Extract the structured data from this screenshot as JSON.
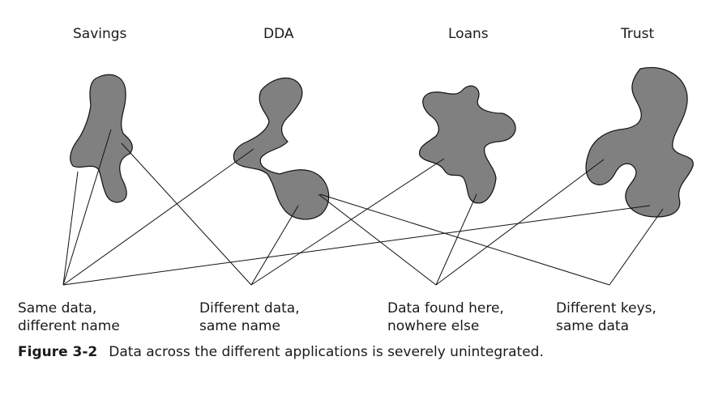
{
  "applications": [
    {
      "name": "Savings"
    },
    {
      "name": "DDA"
    },
    {
      "name": "Loans"
    },
    {
      "name": "Trust"
    }
  ],
  "notes": [
    {
      "line1": "Same data,",
      "line2": "different name"
    },
    {
      "line1": "Different data,",
      "line2": "same name"
    },
    {
      "line1": "Data found here,",
      "line2": "nowhere else"
    },
    {
      "line1": "Different keys,",
      "line2": "same data"
    }
  ],
  "caption": {
    "figure_number": "Figure 3-2",
    "text": "Data across the different applications is severely unintegrated."
  },
  "colors": {
    "blob_fill": "#808080",
    "stroke": "#111111"
  }
}
